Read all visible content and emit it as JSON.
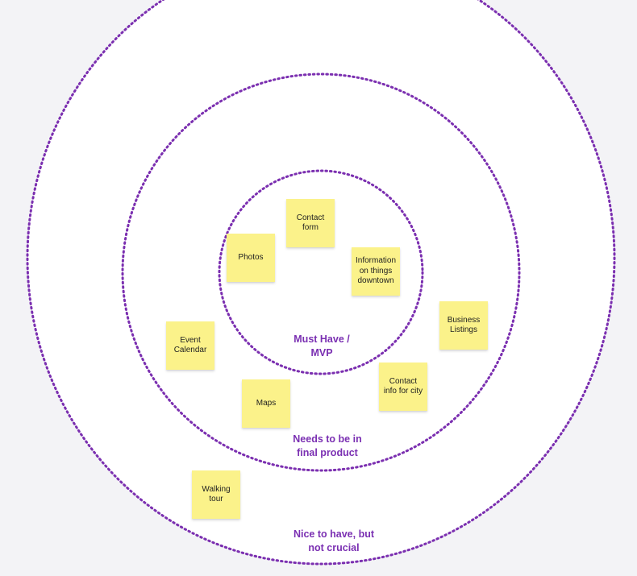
{
  "colors": {
    "ring": "#7b2fb0",
    "ring_fill": "#ffffff",
    "label": "#7a2fb2",
    "sticky": "#fbf28a"
  },
  "rings": [
    {
      "label": "Nice to have, but\nnot crucial"
    },
    {
      "label": "Needs to be in\nfinal product"
    },
    {
      "label": "Must Have /\nMVP"
    }
  ],
  "sticky_notes": [
    {
      "text": "Contact\nform"
    },
    {
      "text": "Photos"
    },
    {
      "text": "Information\non things\ndowntown"
    },
    {
      "text": "Business\nListings"
    },
    {
      "text": "Event\nCalendar"
    },
    {
      "text": "Contact\ninfo for city"
    },
    {
      "text": "Maps"
    },
    {
      "text": "Walking\ntour"
    }
  ]
}
